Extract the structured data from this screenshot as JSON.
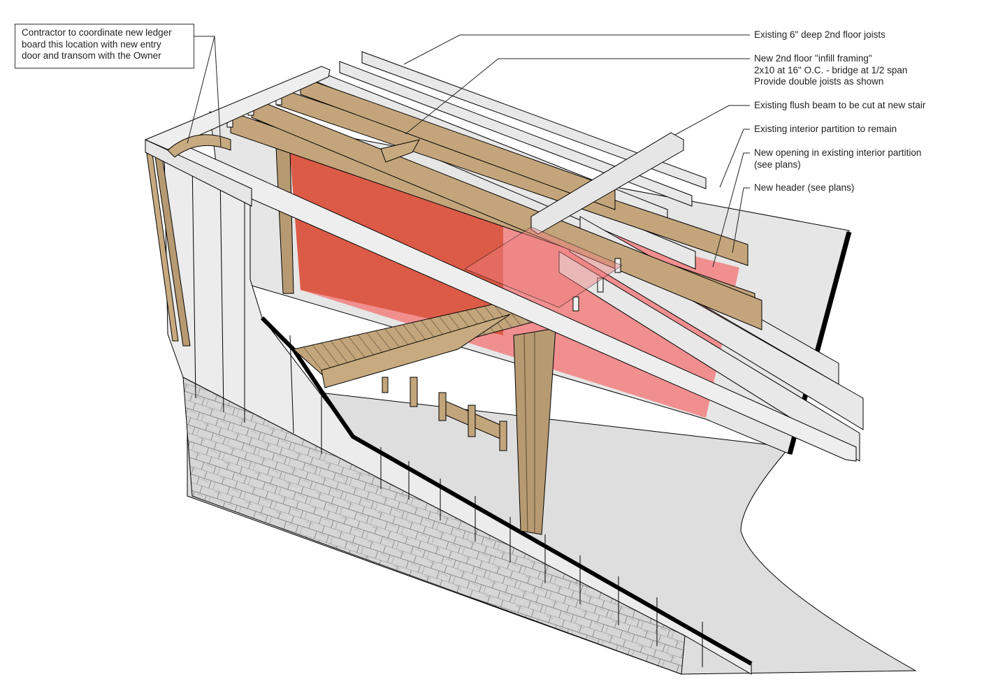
{
  "callout_box": {
    "lines": [
      "Contractor to coordinate new ledger",
      "board this location with new entry",
      "door and transom with the Owner"
    ]
  },
  "notes": [
    {
      "lines": [
        "Existing 6\" deep 2nd floor joists"
      ]
    },
    {
      "lines": [
        "New 2nd floor \"infill framing\"",
        "2x10 at 16\" O.C. - bridge at 1/2 span",
        "Provide double joists as shown"
      ]
    },
    {
      "lines": [
        "Existing flush beam to be cut at new stair"
      ]
    },
    {
      "lines": [
        "Existing interior partition to remain"
      ]
    },
    {
      "lines": [
        "New opening in existing interior partition",
        "(see plans)"
      ]
    },
    {
      "lines": [
        "New header (see plans)"
      ]
    }
  ],
  "colors": {
    "lumber": "#b79a72",
    "lumber_light": "#c8aa80",
    "existing_member": "#e6e6e6",
    "partition_opening": "#f07f7f",
    "partition_opening_dark": "#d9503c",
    "wall_panel": "#e8e8e8",
    "floor": "#dcdcdc",
    "stone": "#d4d4d4",
    "outline": "#000000",
    "leader": "#222222"
  }
}
